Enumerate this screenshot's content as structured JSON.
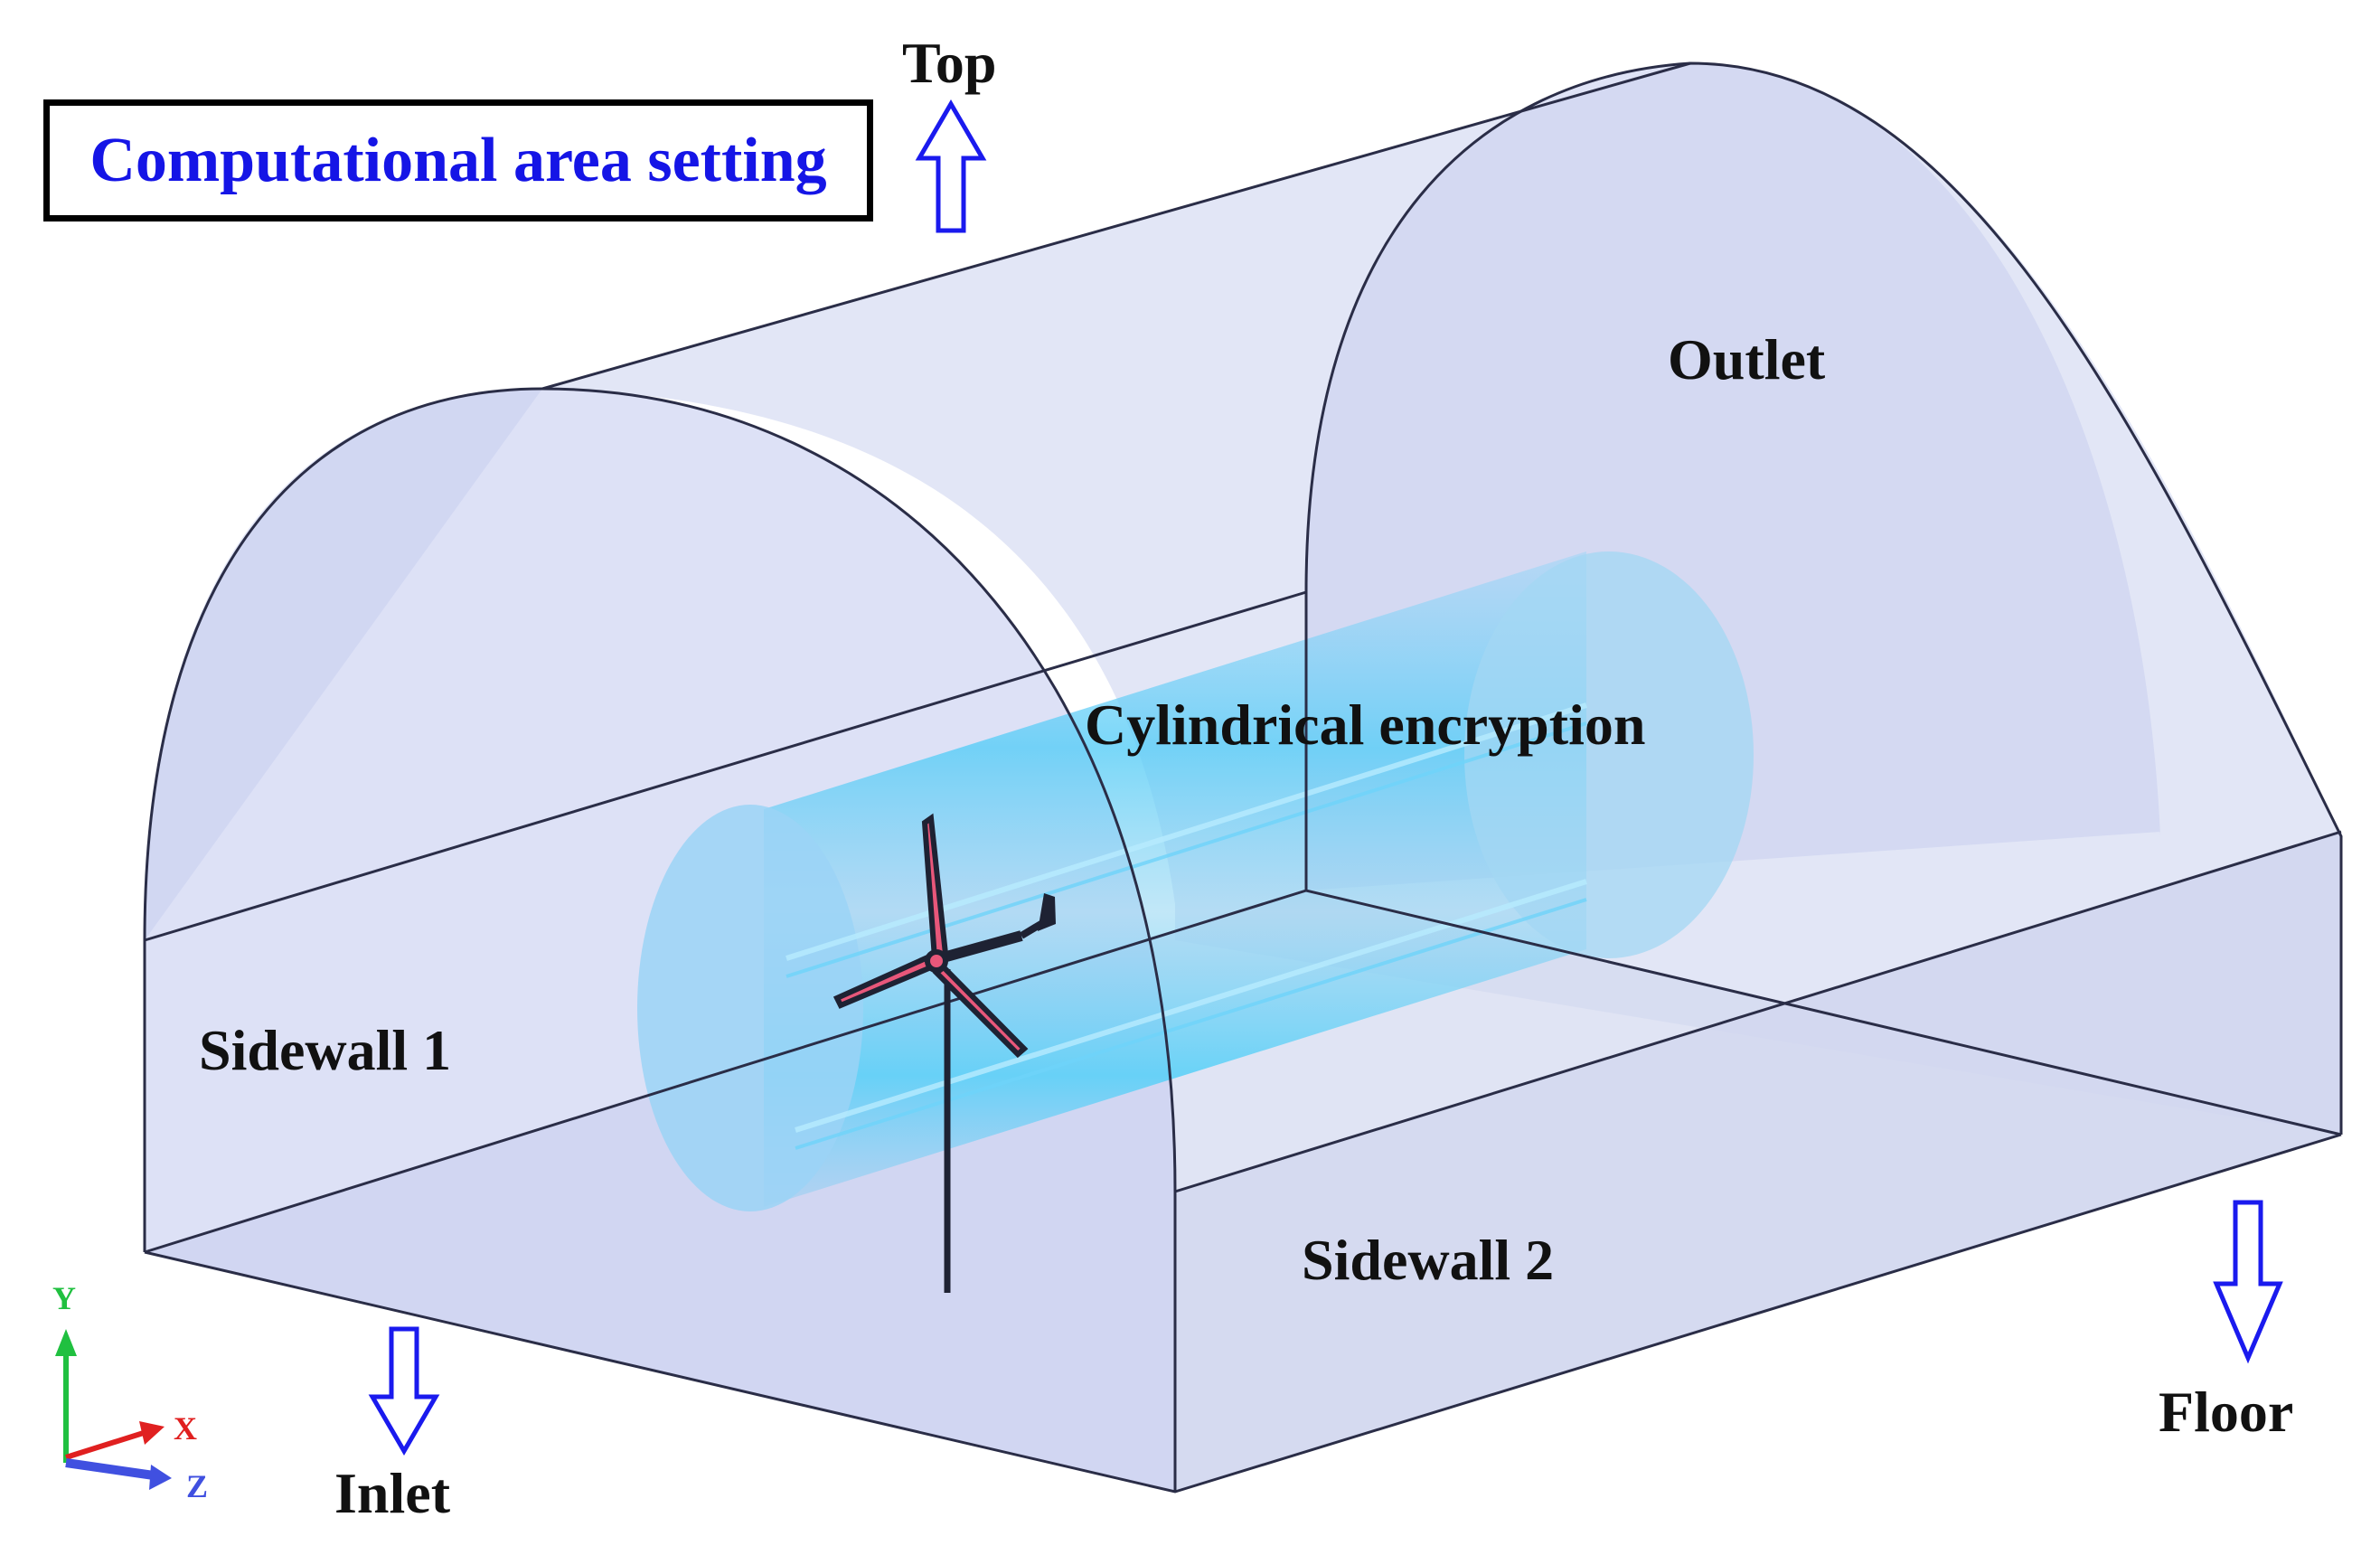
{
  "title": "Computational area setting",
  "boundaries": {
    "top": "Top",
    "outlet": "Outlet",
    "inlet": "Inlet",
    "floor": "Floor",
    "sidewall1": "Sidewall 1",
    "sidewall2": "Sidewall 2",
    "cylinder": "Cylindrical encryption"
  },
  "axes": {
    "x": "X",
    "y": "Y",
    "z": "Z"
  },
  "colors": {
    "title_text": "#1515e6",
    "arrow_outline": "#1a1aee",
    "domain_fill": "#c9cfef",
    "cylinder_fill": "#5fc8f5",
    "turbine_rotor": "#e8577a",
    "axis_x": "#e02020",
    "axis_y": "#20c040",
    "axis_z": "#4050e0"
  }
}
